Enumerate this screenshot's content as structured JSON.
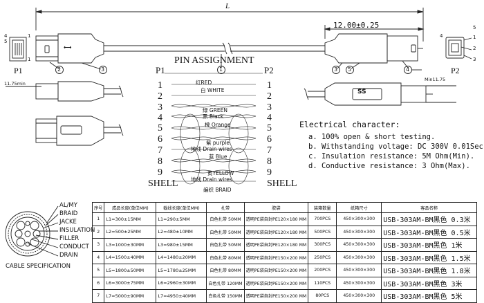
{
  "dimensions": {
    "overall_length": "L",
    "plug_length": "12.00±0.25",
    "min_left": "11.75min",
    "min_right": "Min11.75"
  },
  "connectors": {
    "p1_label": "P1",
    "p2_label": "P2",
    "p1_pins": [
      "4",
      "1",
      "5",
      "1"
    ],
    "p2_pins": [
      "1",
      "2",
      "3",
      "4"
    ],
    "p2_extra": "5",
    "callouts_top": [
      "2",
      "3",
      "1",
      "3",
      "5",
      "4"
    ],
    "usb_logo_text": "SS"
  },
  "pin_assignment": {
    "title": "PIN ASSIGNMENT",
    "left_header": "P1",
    "right_header": "P2",
    "pins_left": [
      "1",
      "2",
      "3",
      "4",
      "5",
      "6",
      "7",
      "8",
      "9",
      "SHELL"
    ],
    "pins_right": [
      "1",
      "2",
      "3",
      "4",
      "5",
      "6",
      "7",
      "8",
      "9",
      "SHELL"
    ],
    "wires": [
      "红RED",
      "白 WHITE",
      "绿 GREEN",
      "黑 Black",
      "橙 Orange",
      "紫 purple",
      "地线 Drain wires",
      "蓝 Blue",
      "黄YELLOW",
      "地线 Drain wires",
      "编织 BRAID"
    ]
  },
  "electrical": {
    "title": "Electrical character:",
    "items": [
      "a. 100% open & short testing.",
      "b. Withstanding voltage: DC 300V 0.01Sec.",
      "c. Insulation resistance: 5M Ohm(Min).",
      "d. Conductive resistance: 3 Ohm(Max)."
    ]
  },
  "cable_spec": {
    "caption": "CABLE SPECIFICATION",
    "layers": [
      "AL/MY",
      "BRAID",
      "JACKE",
      "INSULATION",
      "FILLER",
      "CONDUCT",
      "DRAIN"
    ]
  },
  "table": {
    "headers": [
      "序号",
      "成品长度(单位MM)",
      "裁线长度(单位MM)",
      "扎带",
      "胶袋",
      "装箱数量",
      "纸箱尺寸",
      "客品名称"
    ],
    "rows": [
      [
        "1",
        "L1=300±15MM",
        "L1=290±5MM",
        "白色扎带 50MM",
        "透明PE袋自封PE120×180 MM",
        "700PCS",
        "450×300×300",
        "USB-303AM-BM黑色 0.3米"
      ],
      [
        "2",
        "L2=500±25MM",
        "L2=480±10MM",
        "白色扎带 50MM",
        "透明PE袋自封PE120×180 MM",
        "500PCS",
        "450×300×300",
        "USB-303AM-BM黑色 0.5米"
      ],
      [
        "3",
        "L3=1000±30MM",
        "L3=980±15MM",
        "白色扎带 50MM",
        "透明PE袋自封PE120×180 MM",
        "300PCS",
        "450×300×300",
        "USB-303AM-BM黑色 1米"
      ],
      [
        "4",
        "L4=1500±40MM",
        "L4=1480±20MM",
        "白色扎带 80MM",
        "透明PE袋自封PE150×200 MM",
        "250PCS",
        "450×300×300",
        "USB-303AM-BM黑色 1.5米"
      ],
      [
        "5",
        "L5=1800±50MM",
        "L5=1780±25MM",
        "白色扎带 80MM",
        "透明PE袋自封PE150×200 MM",
        "200PCS",
        "450×300×300",
        "USB-303AM-BM黑色 1.8米"
      ],
      [
        "6",
        "L6=3000±75MM",
        "L6=2960±30MM",
        "白色扎带 120MM",
        "透明PE袋自封PE150×200 MM",
        "110PCS",
        "450×300×300",
        "USB-303AM-BM黑色 3米"
      ],
      [
        "7",
        "L7=5000±90MM",
        "L7=4950±40MM",
        "白色扎带 150MM",
        "透明PE袋自封PE150×200 MM",
        "80PCS",
        "450×300×300",
        "USB-303AM-BM黑色 5米"
      ]
    ]
  }
}
